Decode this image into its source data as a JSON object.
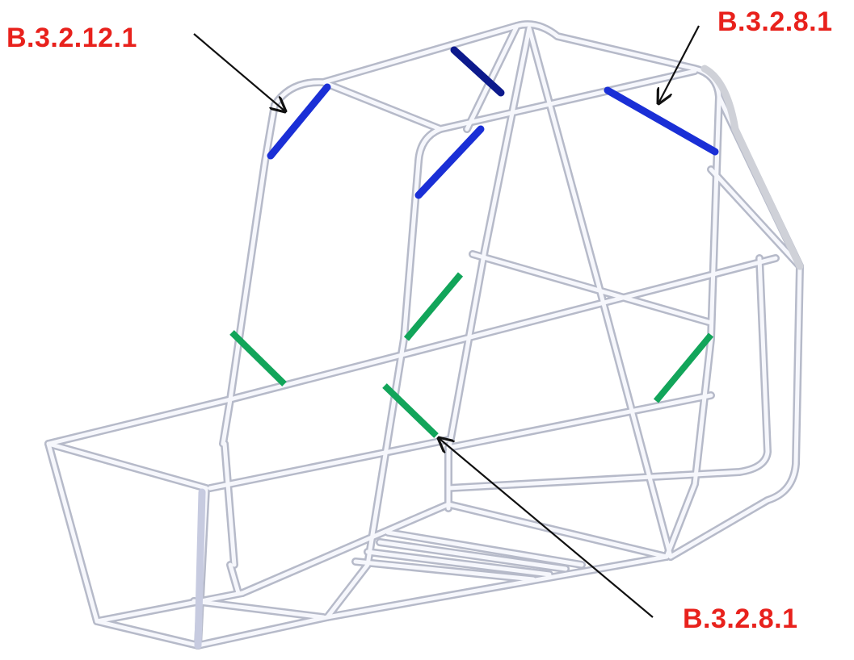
{
  "callouts": {
    "top_left": "B.3.2.12.1",
    "top_right": "B.3.2.8.1",
    "bottom_right": "B.3.2.8.1"
  },
  "colors": {
    "label_text": "#e8211c",
    "tube_outline": "#b3b7c6",
    "tube_fill": "#f4f5fa",
    "diagonal_brace": "#1a2fd6",
    "gusset_green": "#12a55a",
    "arrow": "#111111"
  }
}
